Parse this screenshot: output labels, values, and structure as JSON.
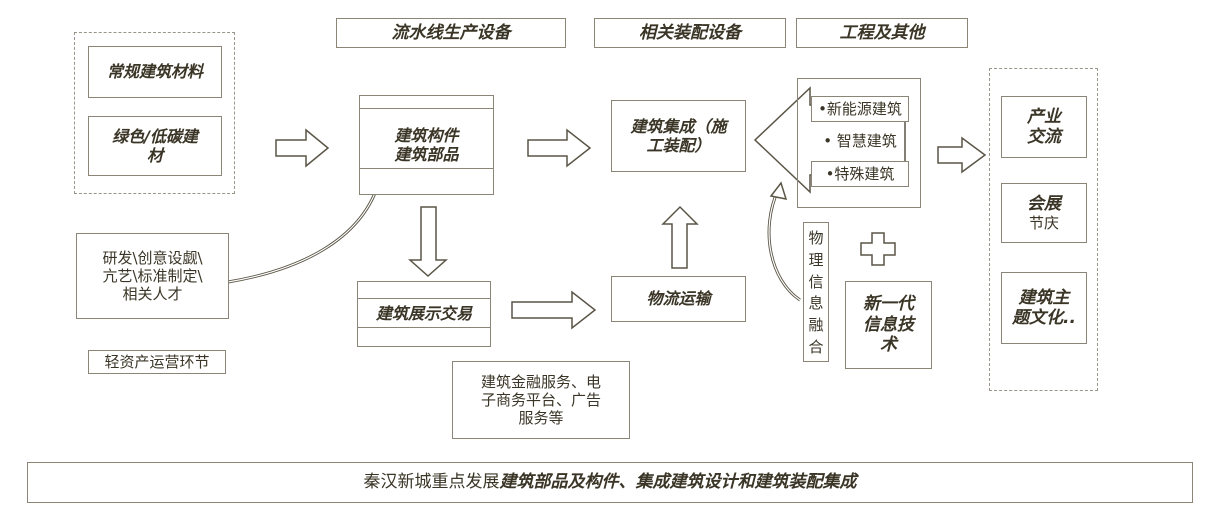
{
  "headers": {
    "assembly_line": "流水线生产设备",
    "related_assembly": "相关装配设备",
    "engineering": "工程及其他"
  },
  "left_group": {
    "materials_common": "常规建筑材料",
    "materials_green": "绿色/低碳建\n材"
  },
  "components": {
    "line1": "建筑构件",
    "line2": "建筑部品"
  },
  "rd_box": "研发\\创意设觑\\\n亢艺\\标准制定\\\n相关人才",
  "light_asset": "轻资产运营环节",
  "exhibition": "建筑展示交易",
  "finance": "建筑金融服务、电\n子商务平台、广告\n服务等",
  "integration": "建筑集成（施\n工装配）",
  "logistics": "物流运输",
  "building_types": [
    "•新能源建筑",
    "• 智慧建筑",
    "•特殊建筑"
  ],
  "info_fusion": [
    "物",
    "理",
    "信",
    "息",
    "融",
    "合"
  ],
  "new_it": "新一代\n信息技\n术",
  "right_group": {
    "industry_title": "产业\n交流",
    "expo_title": "会展",
    "expo_sub": "节庆",
    "theme": "建筑主\n题文化.."
  },
  "footer": {
    "prefix": "秦汉新城重点发展",
    "emphasis": "建筑部品及构件、集成建筑设计和建筑装配集成"
  }
}
